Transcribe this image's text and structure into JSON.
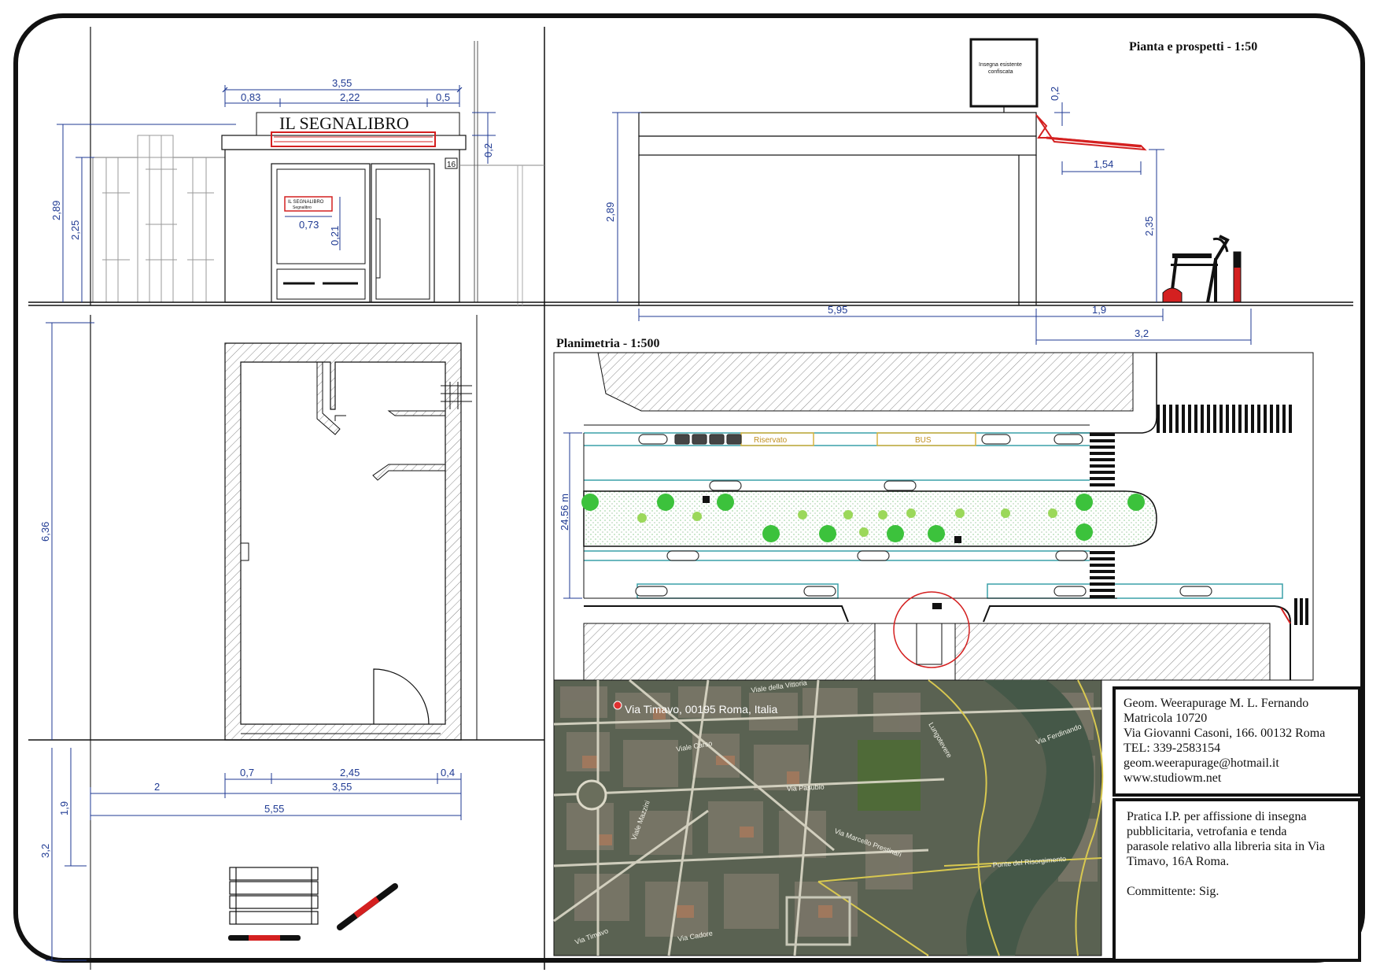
{
  "sheet": {
    "title": "Pianta e prospetti - 1:50",
    "plan_title": "Planimetria - 1:500"
  },
  "shop": {
    "sign_text": "IL SEGNALIBRO",
    "window_sticker_line1": "IL SEGNALIBRO",
    "window_sticker_line2": "Segnalibro",
    "shop_number": "16"
  },
  "sign_board": {
    "line1": "Insegna esistente",
    "line2": "confiscata"
  },
  "front_elevation_dims": {
    "total_width": "3,55",
    "left": "0,83",
    "center": "2,22",
    "right": "0,5",
    "sign_height": "0,2",
    "total_height": "2,89",
    "door_height": "2,25",
    "sticker_width": "0,73",
    "sticker_height": "0,21"
  },
  "side_elevation_dims": {
    "height": "2,89",
    "sign_height": "0,2",
    "awning_depth": "1,54",
    "awning_height": "2,35",
    "length": "5,95",
    "sidewalk": "1,9",
    "total_sidewalk": "3,2"
  },
  "floor_plan_dims": {
    "depth": "6,36",
    "left_offset": "2",
    "door_offset": "0,7",
    "opening": "2,45",
    "right_offset": "0,4",
    "inner_width": "3,55",
    "total_width": "5,55",
    "sidewalk": "1,9",
    "total_sidewalk": "3,2"
  },
  "site_plan": {
    "width_label": "24.56 m",
    "reserved_label": "Riservato",
    "bus_label": "BUS"
  },
  "map": {
    "location_label": "Via Timavo, 00195 Roma, Italia",
    "streets": [
      "Viale della Vittoria",
      "Viale Carso",
      "Via Pasubio",
      "Viale Mazzini",
      "Lungotevere",
      "Via Marcello Prestinari",
      "Ponte del Risorgimento",
      "Via Ferdinando",
      "Via Timavo",
      "Via Cadore"
    ]
  },
  "author": {
    "name": "Geom. Weerapurage M. L. Fernando",
    "registration": "Matricola 10720",
    "address": "Via Giovanni Casoni, 166. 00132 Roma",
    "phone": "TEL: 339-2583154",
    "email": "geom.weerapurage@hotmail.it",
    "website": "www.studiowm.net"
  },
  "project": {
    "line1": "Pratica I.P. per affissione di insegna",
    "line2": "pubblicitaria, vetrofania e tenda",
    "line3": "parasole relativo alla libreria sita in Via",
    "line4": "Timavo, 16A Roma.",
    "client": "Committente: Sig."
  },
  "colors": {
    "dimension": "#1f3a93",
    "accent_red": "#d42020",
    "map_dark": "#3d4a3a",
    "tree_green": "#3cc23c",
    "road_yellow": "#d8b440"
  }
}
